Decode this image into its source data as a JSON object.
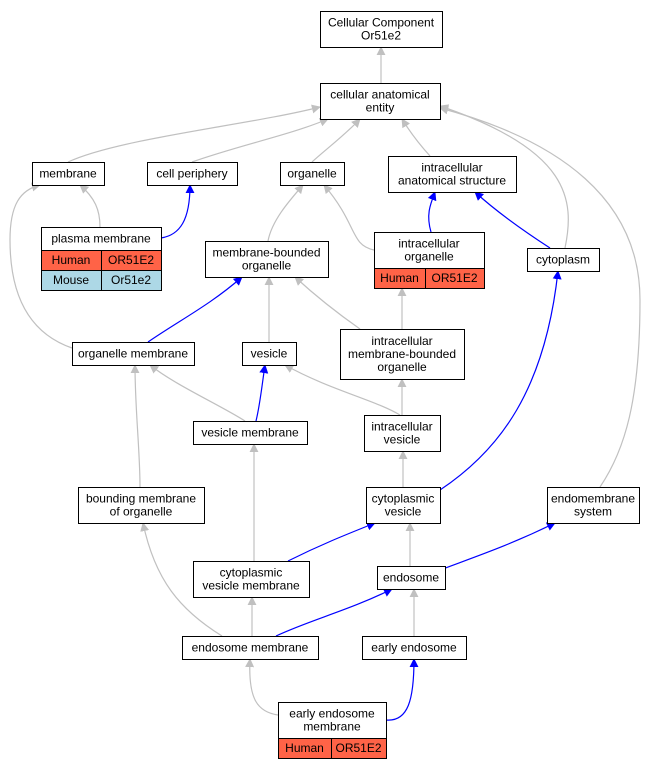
{
  "colors": {
    "is_a_edge": "#c0c0c0",
    "part_of_edge": "#0000ff",
    "human": "#ff6347",
    "mouse": "#add8e6"
  },
  "nodes": [
    {
      "id": "cc",
      "lines": [
        "Cellular Component",
        "Or51e2"
      ]
    },
    {
      "id": "cae",
      "lines": [
        "cellular anatomical",
        "entity"
      ]
    },
    {
      "id": "membrane",
      "lines": [
        "membrane"
      ]
    },
    {
      "id": "cellperiphery",
      "lines": [
        "cell periphery"
      ]
    },
    {
      "id": "organelle",
      "lines": [
        "organelle"
      ]
    },
    {
      "id": "ias",
      "lines": [
        "intracellular",
        "anatomical structure"
      ]
    },
    {
      "id": "plasmamembrane",
      "lines": [
        "plasma membrane"
      ],
      "genes": [
        {
          "species": "Human",
          "gene": "OR51E2"
        },
        {
          "species": "Mouse",
          "gene": "Or51e2"
        }
      ]
    },
    {
      "id": "mbo",
      "lines": [
        "membrane-bounded",
        "organelle"
      ]
    },
    {
      "id": "intraorg",
      "lines": [
        "intracellular",
        "organelle"
      ],
      "genes": [
        {
          "species": "Human",
          "gene": "OR51E2"
        }
      ]
    },
    {
      "id": "cytoplasm",
      "lines": [
        "cytoplasm"
      ]
    },
    {
      "id": "orgmem",
      "lines": [
        "organelle membrane"
      ]
    },
    {
      "id": "vesicle",
      "lines": [
        "vesicle"
      ]
    },
    {
      "id": "imbo",
      "lines": [
        "intracellular",
        "membrane-bounded",
        "organelle"
      ]
    },
    {
      "id": "vesmem",
      "lines": [
        "vesicle membrane"
      ]
    },
    {
      "id": "intraves",
      "lines": [
        "intracellular",
        "vesicle"
      ]
    },
    {
      "id": "bmo",
      "lines": [
        "bounding membrane",
        "of organelle"
      ]
    },
    {
      "id": "cytoves",
      "lines": [
        "cytoplasmic",
        "vesicle"
      ]
    },
    {
      "id": "endosys",
      "lines": [
        "endomembrane",
        "system"
      ]
    },
    {
      "id": "cvm",
      "lines": [
        "cytoplasmic",
        "vesicle membrane"
      ]
    },
    {
      "id": "endosome",
      "lines": [
        "endosome"
      ]
    },
    {
      "id": "endomem",
      "lines": [
        "endosome membrane"
      ]
    },
    {
      "id": "earlyendo",
      "lines": [
        "early endosome"
      ]
    },
    {
      "id": "eem",
      "lines": [
        "early endosome",
        "membrane"
      ],
      "genes": [
        {
          "species": "Human",
          "gene": "OR51E2"
        }
      ]
    }
  ],
  "edges": [
    {
      "from": "cae",
      "to": "cc",
      "rel": "is_a"
    },
    {
      "from": "membrane",
      "to": "cae",
      "rel": "is_a"
    },
    {
      "from": "cellperiphery",
      "to": "cae",
      "rel": "is_a"
    },
    {
      "from": "organelle",
      "to": "cae",
      "rel": "is_a"
    },
    {
      "from": "ias",
      "to": "cae",
      "rel": "is_a"
    },
    {
      "from": "cytoplasm",
      "to": "cae",
      "rel": "is_a"
    },
    {
      "from": "endosys",
      "to": "cae",
      "rel": "is_a"
    },
    {
      "from": "plasmamembrane",
      "to": "membrane",
      "rel": "is_a"
    },
    {
      "from": "plasmamembrane",
      "to": "cellperiphery",
      "rel": "part_of"
    },
    {
      "from": "mbo",
      "to": "organelle",
      "rel": "is_a"
    },
    {
      "from": "intraorg",
      "to": "organelle",
      "rel": "is_a"
    },
    {
      "from": "intraorg",
      "to": "ias",
      "rel": "part_of"
    },
    {
      "from": "cytoplasm",
      "to": "ias",
      "rel": "part_of"
    },
    {
      "from": "orgmem",
      "to": "membrane",
      "rel": "is_a"
    },
    {
      "from": "orgmem",
      "to": "mbo",
      "rel": "part_of"
    },
    {
      "from": "vesicle",
      "to": "mbo",
      "rel": "is_a"
    },
    {
      "from": "imbo",
      "to": "mbo",
      "rel": "is_a"
    },
    {
      "from": "imbo",
      "to": "intraorg",
      "rel": "is_a"
    },
    {
      "from": "vesmem",
      "to": "orgmem",
      "rel": "is_a"
    },
    {
      "from": "vesmem",
      "to": "vesicle",
      "rel": "part_of"
    },
    {
      "from": "intraves",
      "to": "vesicle",
      "rel": "is_a"
    },
    {
      "from": "intraves",
      "to": "imbo",
      "rel": "is_a"
    },
    {
      "from": "bmo",
      "to": "orgmem",
      "rel": "is_a"
    },
    {
      "from": "cytoves",
      "to": "intraves",
      "rel": "is_a"
    },
    {
      "from": "cytoves",
      "to": "cytoplasm",
      "rel": "part_of"
    },
    {
      "from": "cvm",
      "to": "vesmem",
      "rel": "is_a"
    },
    {
      "from": "cvm",
      "to": "cytoves",
      "rel": "part_of"
    },
    {
      "from": "endosome",
      "to": "cytoves",
      "rel": "is_a"
    },
    {
      "from": "endosome",
      "to": "endosys",
      "rel": "part_of"
    },
    {
      "from": "endomem",
      "to": "bmo",
      "rel": "is_a"
    },
    {
      "from": "endomem",
      "to": "cvm",
      "rel": "is_a"
    },
    {
      "from": "endomem",
      "to": "endosome",
      "rel": "part_of"
    },
    {
      "from": "earlyendo",
      "to": "endosome",
      "rel": "is_a"
    },
    {
      "from": "eem",
      "to": "endomem",
      "rel": "is_a"
    },
    {
      "from": "eem",
      "to": "earlyendo",
      "rel": "part_of"
    }
  ]
}
